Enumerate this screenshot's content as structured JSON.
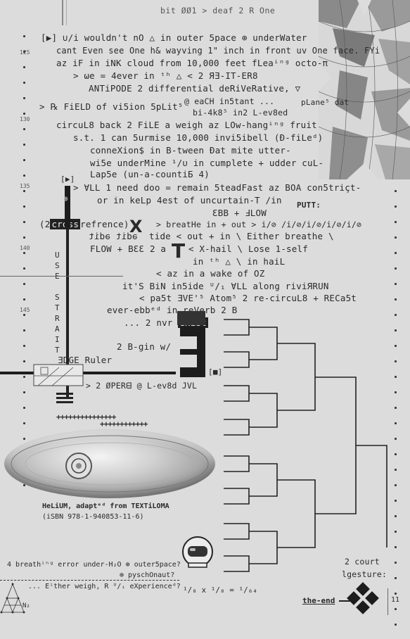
{
  "header": {
    "title": "bit ØØ1 > deaf 2 R One"
  },
  "line_numbers": [
    "125",
    "130",
    "135",
    "140",
    "145"
  ],
  "poem": {
    "l01": "[▶] ∪/i wouldn't nO △ in outer 5pace ⊕ underWater",
    "l02": "cant Even see One h& wayving 1\" inch in front uv One face. FYi",
    "l03": "az iF in iNK cloud from 10,000 feet fLeaⁱⁿᵍ octo-π",
    "l04": "> ωe = 4ever in ᵗʰ △ < 2 ЯƎ-IT-ER8",
    "l05": "ANTiPODE 2 differential deRiVeRative, ▽",
    "l06a": "> ℞ FiELD of vi5ion 5pLit⁵",
    "l06b": "@ eaCH in5tant ...",
    "l06c": "pLane⁵ dat",
    "l07": "bi-4k8⁵ in2 L-ev8ed",
    "l08": "circuL8 back 2 FiLE a weigh az LOw-hangⁱⁿᵍ fruit",
    "l09": "s.t. 1 can 5urmise 10,000 invi5ibell (Ð-fiLeᵈ)",
    "l10": "conneXion$ in B-tween Ðat mite utter-",
    "l11": "wi5e underMine ¹/ᴜ in cumplete + udder cuL-",
    "l12": "Lap5e (un-a-countiƂ 4)",
    "l13": "> ∀LL 1 need doo = remain 5teadFast az BOA con5triçt-",
    "l14": "or in keLp 4est of uncurtain-T /in",
    "l15": "ƐBB + ℲLOW",
    "l16_pre": "(2",
    "l16_hl": "cross",
    "l16_post": "refrence)",
    "l16b": "> breatHe in + out > i/⊘ /i/⊘/i/⊘/i/⊘/i/⊘",
    "l17": "ǝdit ǝdit",
    "l17b": "tide < out + in \\ Either breathe \\",
    "l18": "FLOW + BƐƐ 2 a",
    "l18b": "< X-hail \\ Lose 1-self",
    "l19": "in ᵗʰ △ \\ in haiL",
    "l20": "< az in a wake of OZ",
    "l21": "it'S BiN in5ide ᵁ/₁ ∀LL along riviЯRUN",
    "l22": "< pa5t ƎVE'⁵ Atom⁵ 2 re-circuL8 + RECa5t",
    "l23": "ever-ebbᵉᵈ in reVerb 2 B",
    "l24_pre": "... 2 nvr",
    "l24_hl": "exist",
    "l25": "2 B-gin w/",
    "l26": "ƎDGE Ruler",
    "l27": "> 2 ØPERᗺ @ L-ev8d JVL",
    "putt": "PUTT:",
    "bigX": "X",
    "bigT": "T",
    "bigE": "E",
    "stop_box": "[■]",
    "play_box": "[▶]"
  },
  "vertical_words": [
    "U",
    "S",
    "E",
    "",
    "S",
    "T",
    "R",
    "A",
    "I",
    "T"
  ],
  "plus_rows": [
    "+++++++++++++++",
    "++++++++++++"
  ],
  "caption": {
    "line1": "HeLiUM, adaptᵉᵈ from TEXTiLOMA",
    "line2": "(iSBN 978-1-940853-11-6)"
  },
  "bottom": {
    "q1": "4 breathⁱⁿᵍ error under-H₂O ⊕ outer5pace?",
    "q2": "⊕ pyschOnaut?",
    "q3": "... Eⁱther weigh, R ᵁ/ᵢ eXperienceᵈ?",
    "fraction": "¹/₈ x ¹/₈ = ¹/₆₄",
    "court_1": "2 court",
    "court_2": "lgesture:",
    "the_end": "the-end",
    "page_number": "11",
    "n2": "N₂"
  },
  "colors": {
    "background": "#dcdcdc",
    "ink": "#2a2a2a",
    "highlight": "#222222"
  },
  "icons": [
    "globe-map-icon",
    "surfboard-icon",
    "astronaut-helmet-icon",
    "tournament-bracket-icon",
    "diamond-end-icon",
    "triangle-lattice-icon"
  ]
}
